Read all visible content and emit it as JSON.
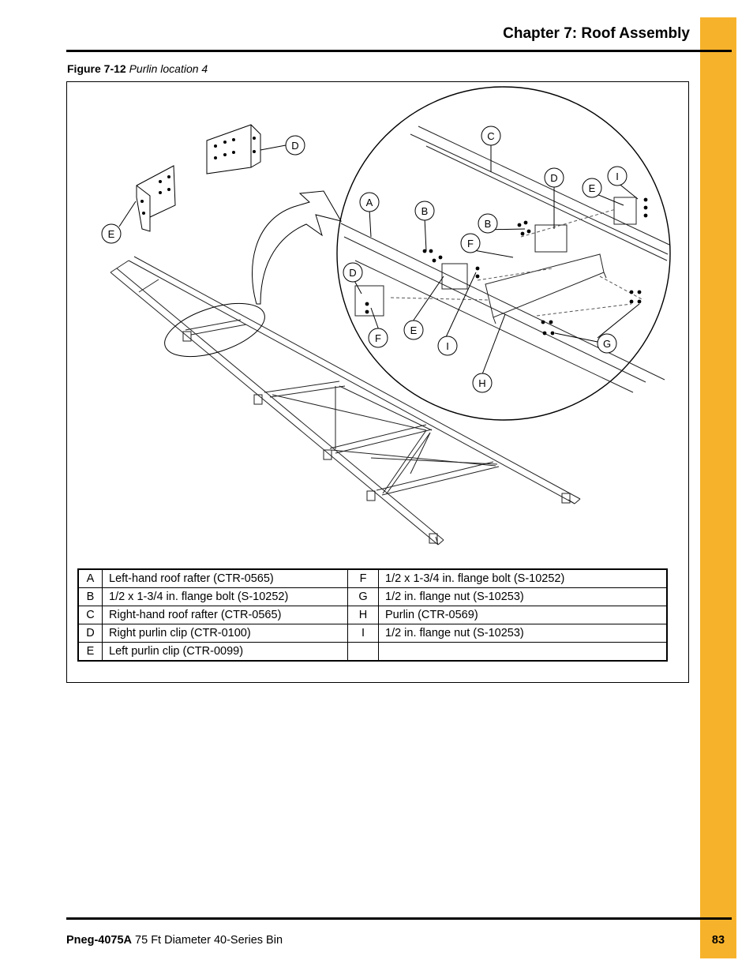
{
  "header": {
    "chapter_title": "Chapter 7: Roof Assembly"
  },
  "figure": {
    "number": "Figure 7-12",
    "title": "Purlin location 4",
    "callouts": [
      "A",
      "B",
      "B",
      "C",
      "D",
      "D",
      "E",
      "E",
      "E",
      "F",
      "F",
      "G",
      "H",
      "I",
      "I"
    ]
  },
  "legend": {
    "rows": [
      {
        "k1": "A",
        "d1": "Left-hand roof rafter (CTR-0565)",
        "k2": "F",
        "d2": "1/2 x 1-3/4 in. flange bolt (S-10252)"
      },
      {
        "k1": "B",
        "d1": "1/2 x 1-3/4 in. flange bolt (S-10252)",
        "k2": "G",
        "d2": "1/2 in. flange nut (S-10253)"
      },
      {
        "k1": "C",
        "d1": "Right-hand roof rafter (CTR-0565)",
        "k2": "H",
        "d2": "Purlin (CTR-0569)"
      },
      {
        "k1": "D",
        "d1": "Right purlin clip (CTR-0100)",
        "k2": "I",
        "d2": "1/2 in. flange nut (S-10253)"
      },
      {
        "k1": "E",
        "d1": "Left purlin clip (CTR-0099)",
        "k2": "",
        "d2": ""
      }
    ]
  },
  "footer": {
    "doc_id": "Pneg-4075A",
    "doc_title": "75 Ft Diameter 40-Series Bin",
    "page_number": "83"
  }
}
